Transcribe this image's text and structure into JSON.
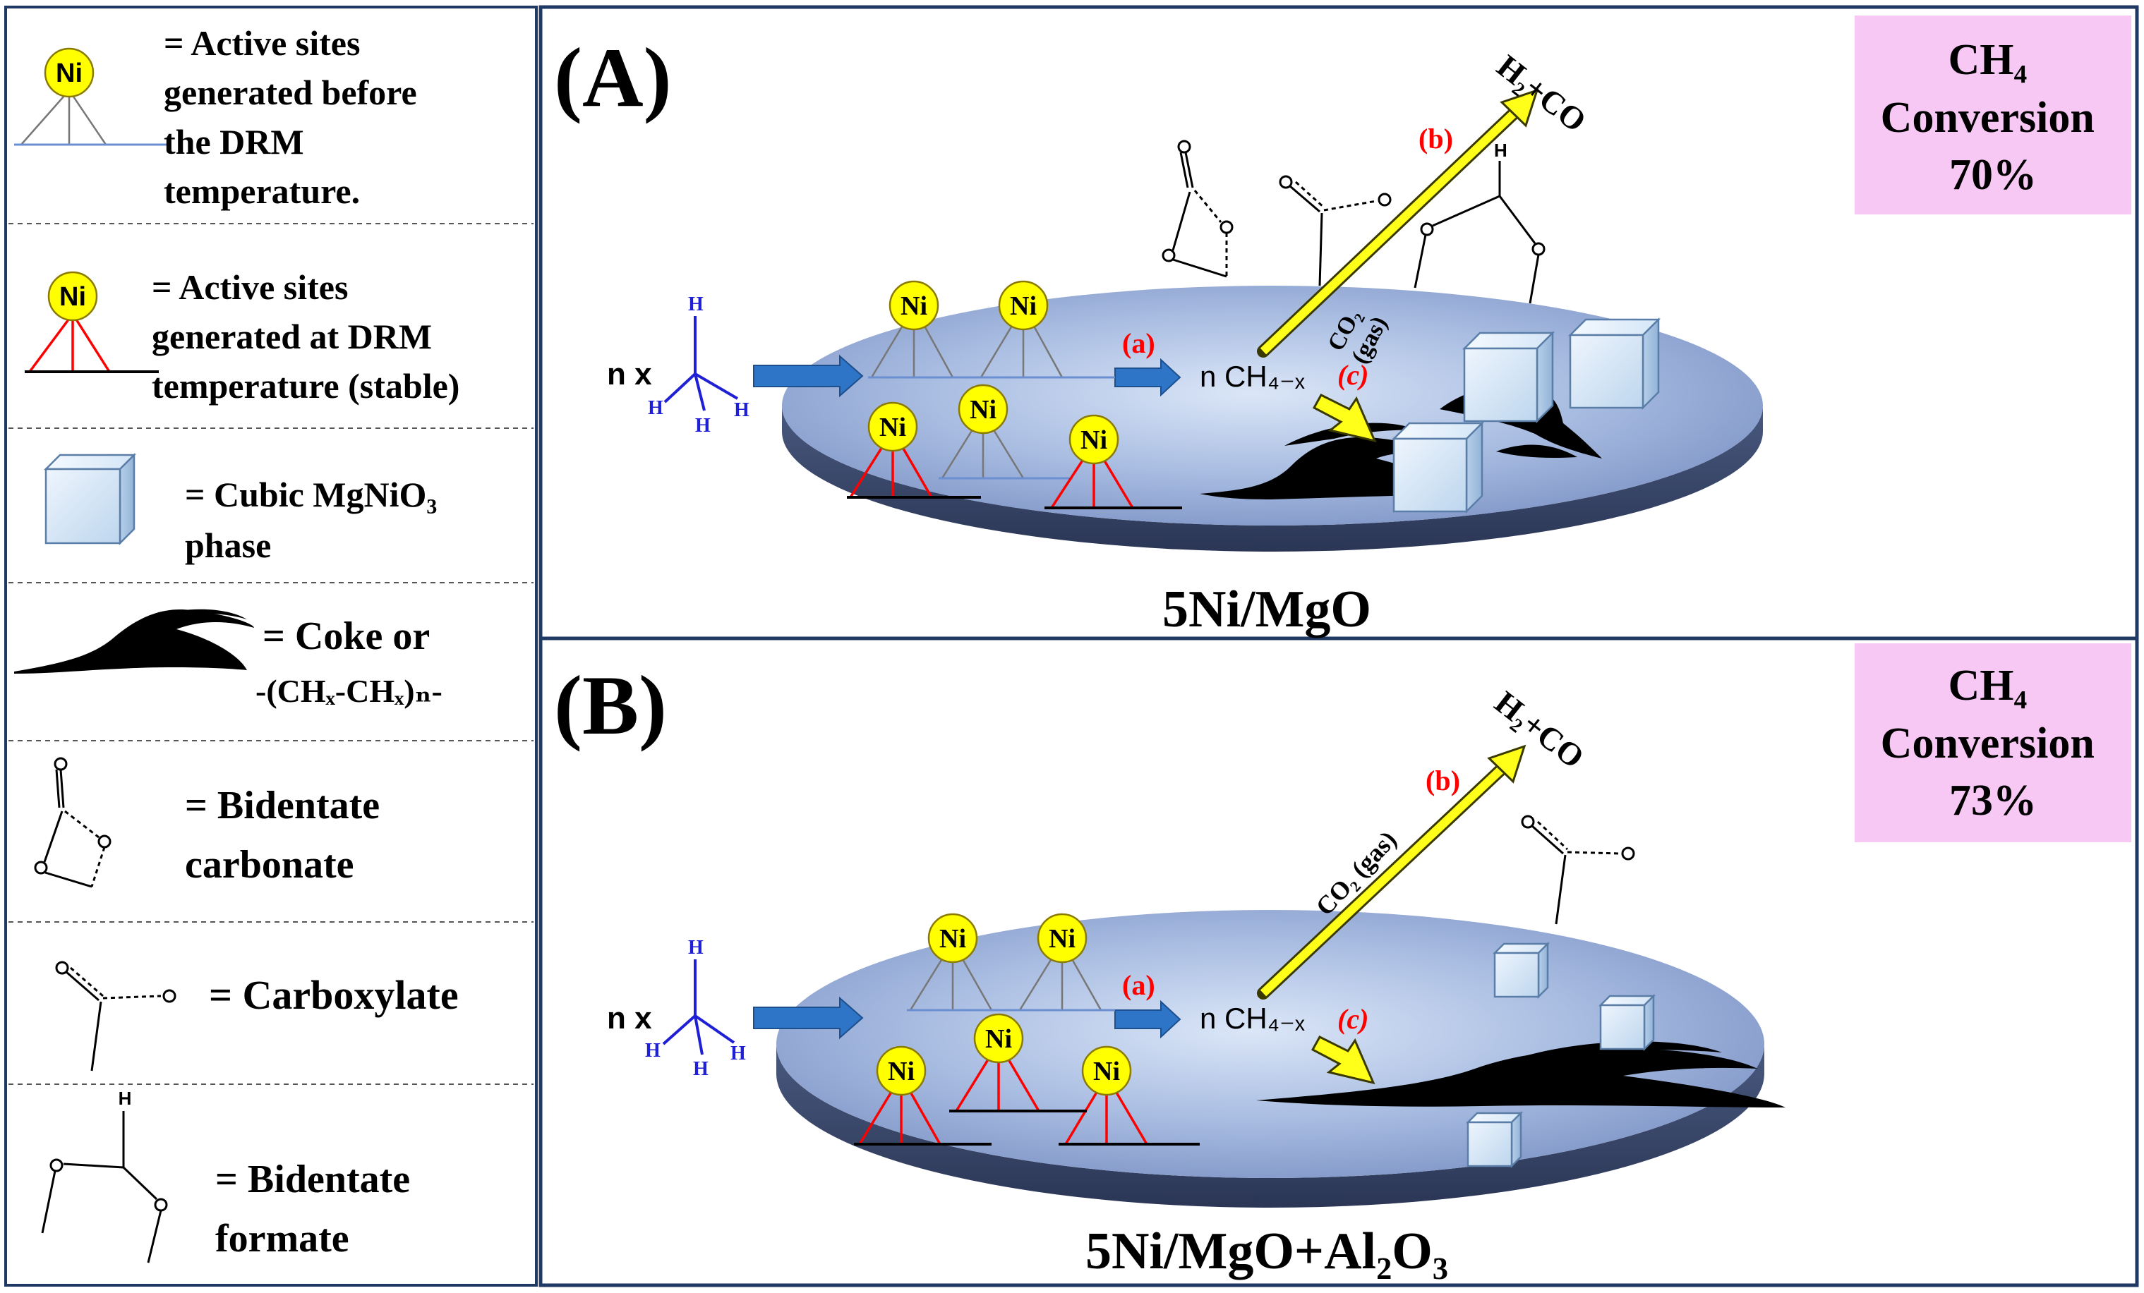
{
  "legend": {
    "items": [
      {
        "label_lines": [
          "= Active sites",
          "generated before",
          "the DRM",
          "temperature."
        ],
        "icon": "ni-site-unstable-icon"
      },
      {
        "label_lines": [
          "= Active sites",
          "generated at DRM",
          "temperature (stable)"
        ],
        "icon": "ni-site-stable-icon"
      },
      {
        "label_lines": [
          "= Cubic MgNiO₃",
          "phase"
        ],
        "icon": "cube-icon"
      },
      {
        "label_lines": [
          "= Coke or",
          "-(CHₓ-CHₓ)ₙ-"
        ],
        "icon": "coke-icon"
      },
      {
        "label_lines": [
          "= Bidentate",
          "carbonate"
        ],
        "icon": "bidentate-carbonate-icon"
      },
      {
        "label_lines": [
          "= Carboxylate"
        ],
        "icon": "carboxylate-icon"
      },
      {
        "label_lines": [
          "= Bidentate",
          "formate"
        ],
        "icon": "bidentate-formate-icon"
      }
    ]
  },
  "ni_label": "Ni",
  "panels": [
    {
      "id": "A",
      "letter": "(A)",
      "catalyst": "5Ni/MgO",
      "conversion_lines": [
        "CH₄",
        "Conversion",
        "70%"
      ],
      "methane_prefix": "n x",
      "intermediate": "n CH₄₋ₓ",
      "step_a": "(a)",
      "step_b": "(b)",
      "step_c": "(c)",
      "product": "H₂+CO",
      "co2_lines": [
        "CO₂",
        "(gas)"
      ]
    },
    {
      "id": "B",
      "letter": "(B)",
      "catalyst": "5Ni/MgO+Al₂O₃",
      "conversion_lines": [
        "CH₄",
        "Conversion",
        "73%"
      ],
      "methane_prefix": "n x",
      "intermediate": "n CH₄₋ₓ",
      "step_a": "(a)",
      "step_b": "(b)",
      "step_c": "(c)",
      "product": "H₂+CO",
      "co2_lines": [
        "CO₂ (gas)"
      ]
    }
  ],
  "colors": {
    "ni_fill": "#ffff00",
    "stable_site": "#ff0000",
    "methane": "#1f1fd6",
    "arrow_blue": "#2e74c7",
    "arrow_yellow": "#ffff1a",
    "step_label": "#ff0000",
    "conversion_box": "#f7c8f3",
    "border": "#1f3864"
  }
}
